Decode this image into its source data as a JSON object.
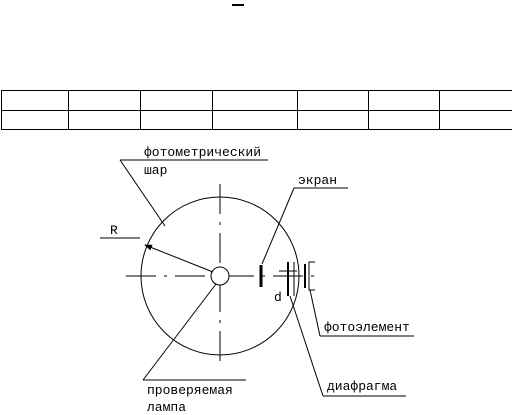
{
  "table": {
    "rows": [
      [
        "",
        "",
        "",
        "",
        "",
        "",
        ""
      ],
      [
        "",
        "",
        "",
        "",
        "",
        "",
        ""
      ]
    ]
  },
  "diagram": {
    "labels": {
      "sphere_line1": "фотометрический",
      "sphere_line2": "шар",
      "screen": "экран",
      "radius": "R",
      "distance": "d",
      "photocell": "фотоэлемент",
      "lamp_line1": "проверяемая",
      "lamp_line2": "лампа",
      "diaphragm": "диафрагма"
    }
  }
}
